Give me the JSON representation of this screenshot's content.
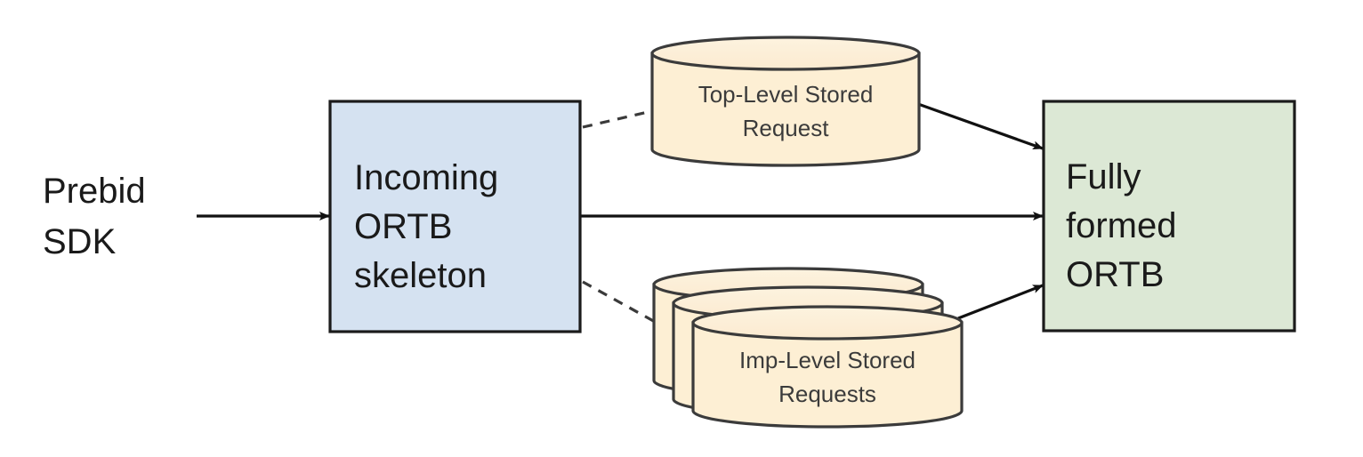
{
  "diagram": {
    "title": "Prebid ORTB Stored Request Merge Flow",
    "colors": {
      "background": "#ffffff",
      "incoming_box_fill": "#d5e2f1",
      "incoming_box_stroke": "#1b1b1b",
      "output_box_fill": "#dce8d5",
      "output_box_stroke": "#1b1b1b",
      "cylinder_fill": "#fdefd4",
      "cylinder_stroke": "#3b3b3b",
      "arrow_stroke": "#111111",
      "text": "#1a1a1a",
      "cylinder_text": "#3b3b3b"
    },
    "nodes": [
      {
        "id": "prebid-sdk",
        "type": "plain-text",
        "lines": [
          "Prebid",
          "SDK"
        ]
      },
      {
        "id": "incoming-ortb-skeleton",
        "type": "rect",
        "lines": [
          "Incoming",
          "ORTB",
          "skeleton"
        ]
      },
      {
        "id": "top-level-stored-request",
        "type": "cylinder",
        "lines": [
          "Top-Level Stored",
          "Request"
        ]
      },
      {
        "id": "imp-level-stored-requests",
        "type": "cylinder-stack",
        "stack_count": 3,
        "lines": [
          "Imp-Level Stored",
          "Requests"
        ]
      },
      {
        "id": "fully-formed-ortb",
        "type": "rect",
        "lines": [
          "Fully",
          "formed",
          "ORTB"
        ]
      }
    ],
    "edges": [
      {
        "id": "sdk-to-incoming",
        "from": "prebid-sdk",
        "to": "incoming-ortb-skeleton",
        "style": "solid",
        "arrow": true,
        "label": ""
      },
      {
        "id": "incoming-to-top-level",
        "from": "incoming-ortb-skeleton",
        "to": "top-level-stored-request",
        "style": "dashed",
        "arrow": false,
        "label": ""
      },
      {
        "id": "incoming-to-imp-level",
        "from": "incoming-ortb-skeleton",
        "to": "imp-level-stored-requests",
        "style": "dashed",
        "arrow": false,
        "label": ""
      },
      {
        "id": "incoming-to-output",
        "from": "incoming-ortb-skeleton",
        "to": "fully-formed-ortb",
        "style": "solid",
        "arrow": true,
        "label": ""
      },
      {
        "id": "top-level-to-output",
        "from": "top-level-stored-request",
        "to": "fully-formed-ortb",
        "style": "solid",
        "arrow": true,
        "label": ""
      },
      {
        "id": "imp-level-to-output",
        "from": "imp-level-stored-requests",
        "to": "fully-formed-ortb",
        "style": "solid",
        "arrow": true,
        "label": ""
      }
    ]
  },
  "labels": {
    "prebid_sdk_line1": "Prebid",
    "prebid_sdk_line2": "SDK",
    "incoming_line1": "Incoming",
    "incoming_line2": "ORTB",
    "incoming_line3": "skeleton",
    "top_stored_line1": "Top-Level Stored",
    "top_stored_line2": "Request",
    "imp_stored_line1": "Imp-Level Stored",
    "imp_stored_line2": "Requests",
    "output_line1": "Fully",
    "output_line2": "formed",
    "output_line3": "ORTB"
  }
}
